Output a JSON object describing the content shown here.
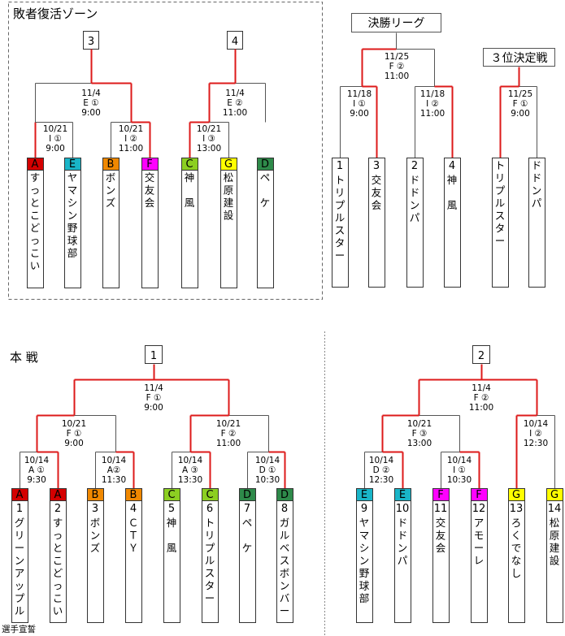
{
  "titles": {
    "repechage": "敗者復活ゾーン",
    "main": "本 戦",
    "final_league": "決勝リーグ",
    "third_place": "３位決定戦",
    "footer": "選手宣誓"
  },
  "colors": {
    "A": "#d40000",
    "E": "#19b5c8",
    "B": "#f08800",
    "F": "#ff00ff",
    "C": "#8ccf22",
    "G": "#ffff00",
    "D": "#2e8a4a",
    "win_line": "#dd1a1a"
  },
  "repechage": {
    "final_nums": [
      "3",
      "4"
    ],
    "matches": {
      "left_top": [
        "11/4",
        "E ①",
        "9:00"
      ],
      "right_top": [
        "11/4",
        "E ②",
        "11:00"
      ],
      "a": [
        "10/21",
        "I ①",
        "9:00"
      ],
      "b": [
        "10/21",
        "I ②",
        "11:00"
      ],
      "c": [
        "10/21",
        "I ③",
        "13:00"
      ]
    },
    "teams": [
      {
        "code": "A",
        "name": "すっとこどっこい"
      },
      {
        "code": "E",
        "name": "ヤマシン野球部"
      },
      {
        "code": "B",
        "name": "ボンズ"
      },
      {
        "code": "F",
        "name": "交友会"
      },
      {
        "code": "C",
        "name": "神　風"
      },
      {
        "code": "G",
        "name": "松原建設"
      },
      {
        "code": "D",
        "name": "ペ　ケ"
      }
    ]
  },
  "final_league": {
    "matches": {
      "top": [
        "11/25",
        "F ②",
        "11:00"
      ],
      "left": [
        "11/18",
        "I ①",
        "9:00"
      ],
      "right": [
        "11/18",
        "I ②",
        "11:00"
      ],
      "third": [
        "11/25",
        "F ①",
        "9:00"
      ]
    },
    "teams": [
      {
        "num": "1",
        "name": "トリプルスター"
      },
      {
        "num": "3",
        "name": "交友会"
      },
      {
        "num": "2",
        "name": "ドドンパ"
      },
      {
        "num": "4",
        "name": "神　風"
      }
    ],
    "third_teams": [
      {
        "name": "トリプルスター"
      },
      {
        "name": "ドドンパ"
      }
    ]
  },
  "main1": {
    "num": "1",
    "matches": {
      "top": [
        "11/4",
        "F ①",
        "9:00"
      ],
      "l": [
        "10/21",
        "F ①",
        "9:00"
      ],
      "r": [
        "10/21",
        "F ②",
        "11:00"
      ],
      "l1": [
        "10/14",
        "A ①",
        "9:30"
      ],
      "l2": [
        "10/14",
        "A②",
        "11:30"
      ],
      "r1": [
        "10/14",
        "A ③",
        "13:30"
      ],
      "r2": [
        "10/14",
        "D ①",
        "10:30"
      ]
    },
    "teams": [
      {
        "code": "A",
        "num": "1",
        "name": "グリーンアップル"
      },
      {
        "code": "A",
        "num": "2",
        "name": "すっとこどっこい"
      },
      {
        "code": "B",
        "num": "3",
        "name": "ボンズ"
      },
      {
        "code": "B",
        "num": "4",
        "name": "ＣＴＹ"
      },
      {
        "code": "C",
        "num": "5",
        "name": "神　風"
      },
      {
        "code": "C",
        "num": "6",
        "name": "トリプルスター"
      },
      {
        "code": "D",
        "num": "7",
        "name": "ペ　ケ"
      },
      {
        "code": "D",
        "num": "8",
        "name": "ガルベスボンバー"
      }
    ]
  },
  "main2": {
    "num": "2",
    "matches": {
      "top": [
        "11/4",
        "F ②",
        "11:00"
      ],
      "l": [
        "10/21",
        "F ③",
        "13:00"
      ],
      "r": [
        "10/14",
        "I ②",
        "12:30"
      ],
      "l1": [
        "10/14",
        "D ②",
        "12:30"
      ],
      "l2": [
        "10/14",
        "I ①",
        "10:30"
      ]
    },
    "teams": [
      {
        "code": "E",
        "num": "9",
        "name": "ヤマシン野球部"
      },
      {
        "code": "E",
        "num": "10",
        "name": "ドドンパ"
      },
      {
        "code": "F",
        "num": "11",
        "name": "交友会"
      },
      {
        "code": "F",
        "num": "12",
        "name": "アモーレ"
      },
      {
        "code": "G",
        "num": "13",
        "name": "ろくでなし"
      },
      {
        "code": "G",
        "num": "14",
        "name": "松原建設"
      }
    ]
  }
}
